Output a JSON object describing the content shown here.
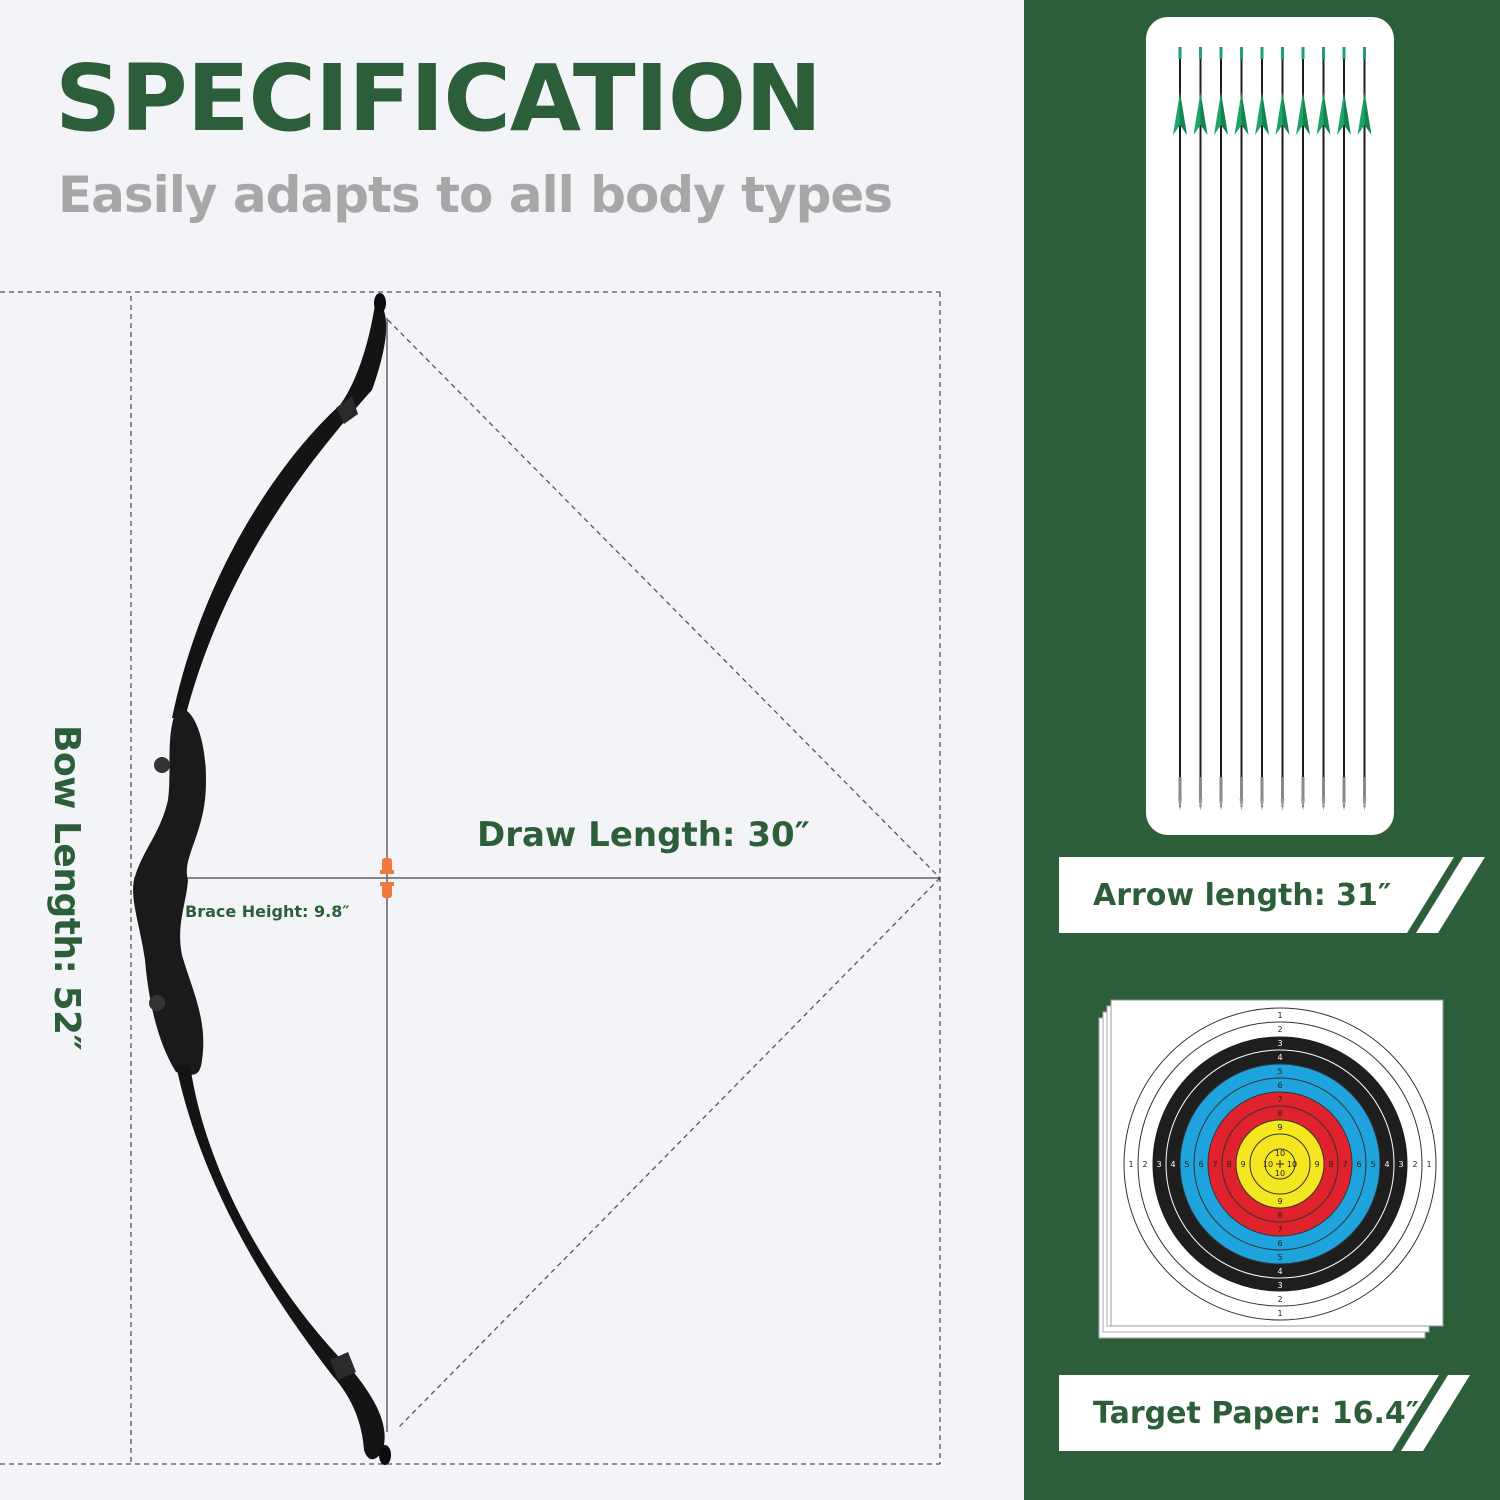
{
  "header": {
    "title": "SPECIFICATION",
    "subtitle": "Easily adapts to all body types"
  },
  "specs": {
    "bow_length": "Bow Length: 52″",
    "draw_length": "Draw Length: 30″",
    "brace_height": "Brace Height: 9.8″",
    "arrow_length": "Arrow length: 31″",
    "target_paper": "Target Paper: 16.4″"
  },
  "colors": {
    "brand_green": "#2c5f39",
    "subtitle_gray": "#a7a7a7",
    "fletching_green": "#1fa36a",
    "nock_orange": "#f07a3c",
    "target_yellow": "#f5e71f",
    "target_red": "#e0222c",
    "target_blue": "#1ea3dc",
    "target_black": "#1e1e1e"
  },
  "arrows": {
    "count": 10
  },
  "target": {
    "ring_numbers": [
      "1",
      "2",
      "3",
      "4",
      "5",
      "6",
      "7",
      "8",
      "9",
      "10"
    ]
  }
}
